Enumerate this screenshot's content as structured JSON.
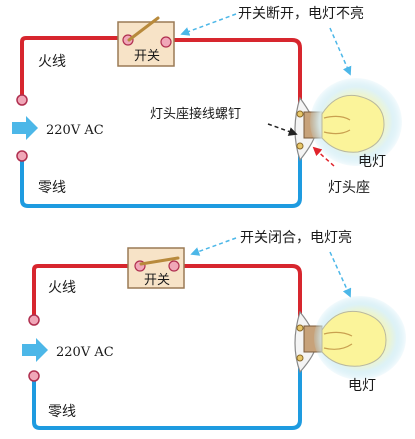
{
  "colors": {
    "live_wire": "#d7262e",
    "neutral_wire": "#1e9be0",
    "switch_box": "#f7e3c7",
    "terminal": "#f0a7b8",
    "bulb_glow": "#f6f27a",
    "arrow_blue": "#4cb7e8",
    "arrow_red": "#e0232b"
  },
  "diagrams": [
    {
      "callout": "开关断开，电灯不亮",
      "switch_label": "开关",
      "switch_state": "open",
      "live_label": "火线",
      "neutral_label": "零线",
      "source_label": "220V AC",
      "lamp_label": "电灯",
      "screw_label": "灯头座接线螺钉",
      "socket_label": "灯头座",
      "bulb_lit": false
    },
    {
      "callout": "开关闭合，电灯亮",
      "switch_label": "开关",
      "switch_state": "closed",
      "live_label": "火线",
      "neutral_label": "零线",
      "source_label": "220V AC",
      "lamp_label": "电灯",
      "bulb_lit": true
    }
  ]
}
